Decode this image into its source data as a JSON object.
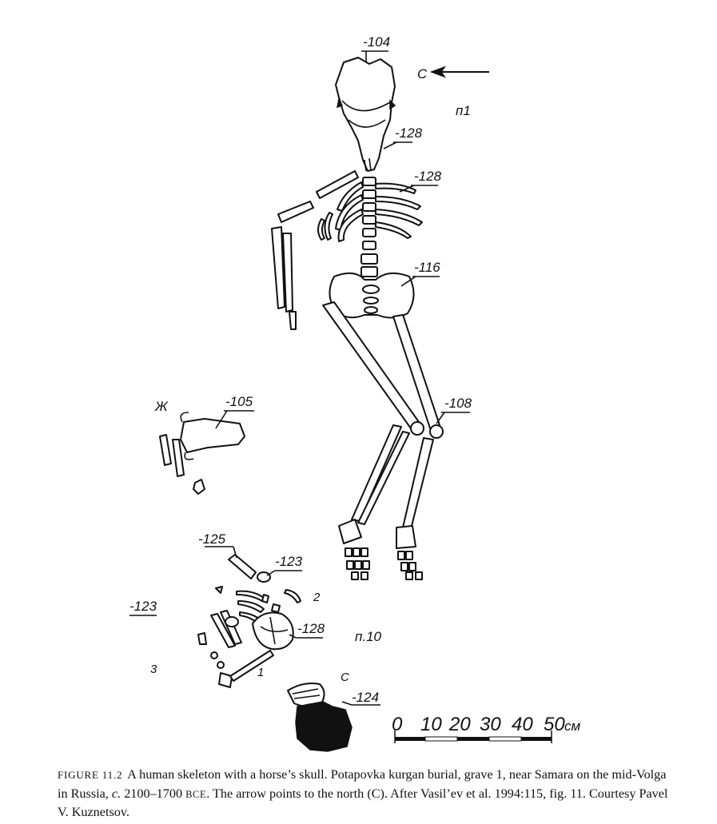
{
  "figure": {
    "labels": {
      "l104": "-104",
      "north_c": "C",
      "p1": "п1",
      "l128_skull": "-128",
      "l128_ribs": "-128",
      "l116": "-116",
      "l108": "-108",
      "zh": "Ж",
      "l105": "-105",
      "l125": "-125",
      "l123_right": "-123",
      "l123_left": "-123",
      "num2": "2",
      "l128_low": "-128",
      "p10": "п.10",
      "num3": "3",
      "num1": "1",
      "c_low": "С",
      "l124": "-124"
    },
    "scale_bar": {
      "ticks": [
        "0",
        "10",
        "20",
        "30",
        "40",
        "50"
      ],
      "unit": "см"
    }
  },
  "caption": {
    "figure_label": "FIGURE 11.2",
    "text_part1": "A human skeleton with a horse’s skull. Potapovka kurgan burial, grave 1, near Samara on the mid-Volga in Russia,",
    "circa": "c.",
    "text_part2": "2100–1700",
    "era": "BCE",
    "text_part3": ". The arrow points to the north (C). After Vasil’ev et al. 1994:115, fig. 11. Courtesy Pavel V. Kuznetsov."
  }
}
